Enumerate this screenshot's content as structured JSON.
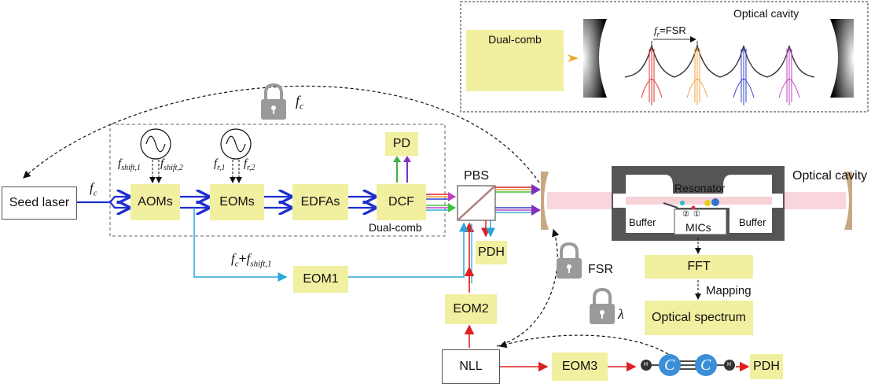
{
  "inset": {
    "title": "Optical cavity",
    "dual_comb": "Dual-comb",
    "fr_fsr": "=FSR",
    "fr_symbol": "f",
    "fr_sub": "r"
  },
  "blocks": {
    "seed_laser": "Seed laser",
    "aoms": "AOMs",
    "eoms": "EOMs",
    "edfas": "EDFAs",
    "dcf": "DCF",
    "pd": "PD",
    "pbs": "PBS",
    "pdh_top": "PDH",
    "eom1": "EOM1",
    "eom2": "EOM2",
    "eom3": "EOM3",
    "nll": "NLL",
    "pdh_bottom": "PDH",
    "fft": "FFT",
    "optical_spectrum": "Optical spectrum"
  },
  "labels": {
    "dual_comb_group": "Dual-comb",
    "fc_lock": "f",
    "fc_lock_sub": "c",
    "fc_seed": "f",
    "fc_seed_sub": "c",
    "fshift1": "f",
    "fshift1_sub": "shift,1",
    "fshift2": "f",
    "fshift2_sub": "shift,2",
    "fr1": "f",
    "fr1_sub": "r,1",
    "fr2": "f",
    "fr2_sub": "r,2",
    "eom1_freq_a": "f",
    "eom1_freq_a_sub": "c",
    "eom1_freq_plus": "+",
    "eom1_freq_b": "f",
    "eom1_freq_b_sub": "shift,1",
    "fsr_lock": "FSR",
    "lambda_lock": "λ",
    "mapping": "Mapping"
  },
  "resonator": {
    "title": "Optical cavity",
    "resonator": "Resonator",
    "buffer_left": "Buffer",
    "buffer_right": "Buffer",
    "mics": "MICs",
    "mark_2": "②",
    "mark_1": "①"
  },
  "molecule": {
    "h_left": "H",
    "c1": "C",
    "c2": "C",
    "h_right": "H"
  },
  "colors": {
    "block_fill": "#f1efa0",
    "blue_beam": "#1e2fd0",
    "red_beam": "#e02020",
    "cyan_beam": "#2aa7d8",
    "lock_gray": "#9a9a9a",
    "mirror": "#c8a882"
  }
}
